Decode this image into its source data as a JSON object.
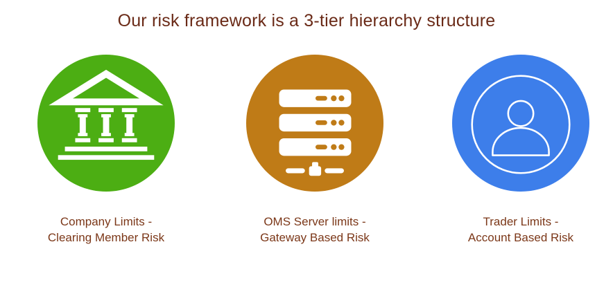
{
  "title": {
    "text": "Our risk framework is a 3-tier hierarchy structure",
    "color": "#6A2A17"
  },
  "label_color": "#7B3718",
  "tiers": [
    {
      "icon": "bank-icon",
      "circle_color": "#4CAE13",
      "label_line1": "Company Limits -",
      "label_line2": "Clearing Member Risk"
    },
    {
      "icon": "server-icon",
      "circle_color": "#BF7B17",
      "label_line1": "OMS Server limits -",
      "label_line2": "Gateway Based Risk"
    },
    {
      "icon": "user-icon",
      "circle_color": "#3D7EEA",
      "label_line1": "Trader Limits -",
      "label_line2": "Account Based Risk"
    }
  ]
}
